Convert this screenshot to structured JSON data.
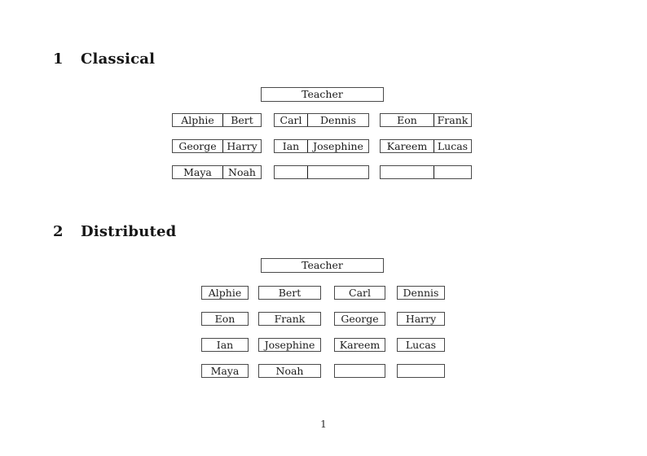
{
  "page_number": "1",
  "sections": [
    {
      "number": "1",
      "title": "Classical"
    },
    {
      "number": "2",
      "title": "Distributed"
    }
  ],
  "classical": {
    "teacher": "Teacher",
    "desks": [
      {
        "left": "Alphie",
        "right": "Bert"
      },
      {
        "left": "Carl",
        "right": "Dennis"
      },
      {
        "left": "Eon",
        "right": "Frank"
      },
      {
        "left": "George",
        "right": "Harry"
      },
      {
        "left": "Ian",
        "right": "Josephine"
      },
      {
        "left": "Kareem",
        "right": "Lucas"
      },
      {
        "left": "Maya",
        "right": "Noah"
      },
      {
        "left": "",
        "right": ""
      },
      {
        "left": "",
        "right": ""
      }
    ]
  },
  "distributed": {
    "teacher": "Teacher",
    "seats": [
      "Alphie",
      "Bert",
      "Carl",
      "Dennis",
      "Eon",
      "Frank",
      "George",
      "Harry",
      "Ian",
      "Josephine",
      "Kareem",
      "Lucas",
      "Maya",
      "Noah",
      "",
      ""
    ]
  },
  "colors": {
    "border": "#4a4a4a",
    "divider": "#1a1a1a",
    "text": "#1b1b1b"
  }
}
